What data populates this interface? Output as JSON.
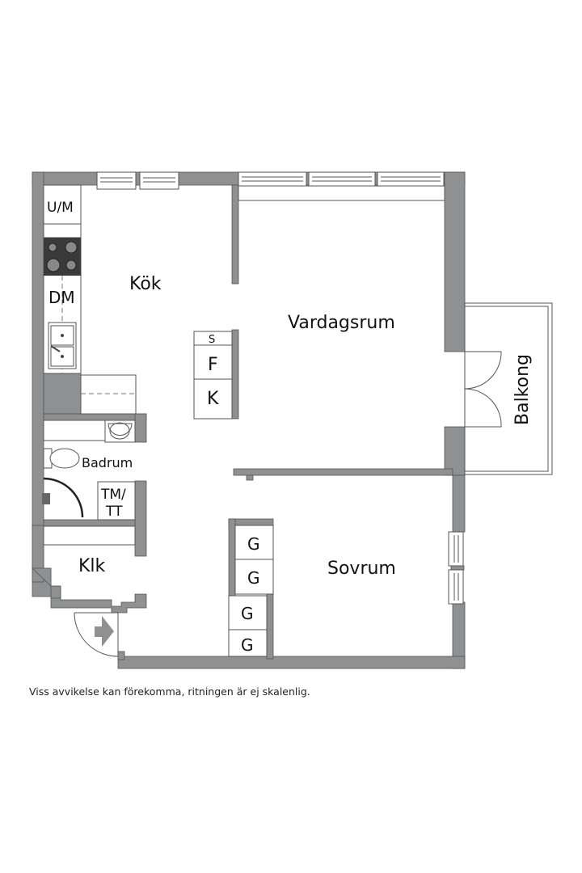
{
  "floorplan": {
    "rooms": {
      "kitchen": "Kök",
      "living_room": "Vardagsrum",
      "balcony": "Balkong",
      "bathroom": "Badrum",
      "closet": "Klk",
      "bedroom": "Sovrum"
    },
    "fixtures": {
      "microwave": "U/M",
      "dishwasher": "DM",
      "fridge_s": "S",
      "fridge": "F",
      "freezer": "K",
      "washer_dryer_line1": "TM/",
      "washer_dryer_line2": "TT",
      "wardrobes": [
        "G",
        "G",
        "G",
        "G"
      ]
    },
    "icons": [
      "stove-icon",
      "sink-icon",
      "toilet-icon",
      "washbasin-icon",
      "shower-icon",
      "entrance-arrow-icon"
    ],
    "colors": {
      "wall": "#8e9091",
      "line": "#555555",
      "stove": "#3a3a3a"
    }
  },
  "disclaimer": "Viss avvikelse kan förekomma, ritningen är ej skalenlig."
}
